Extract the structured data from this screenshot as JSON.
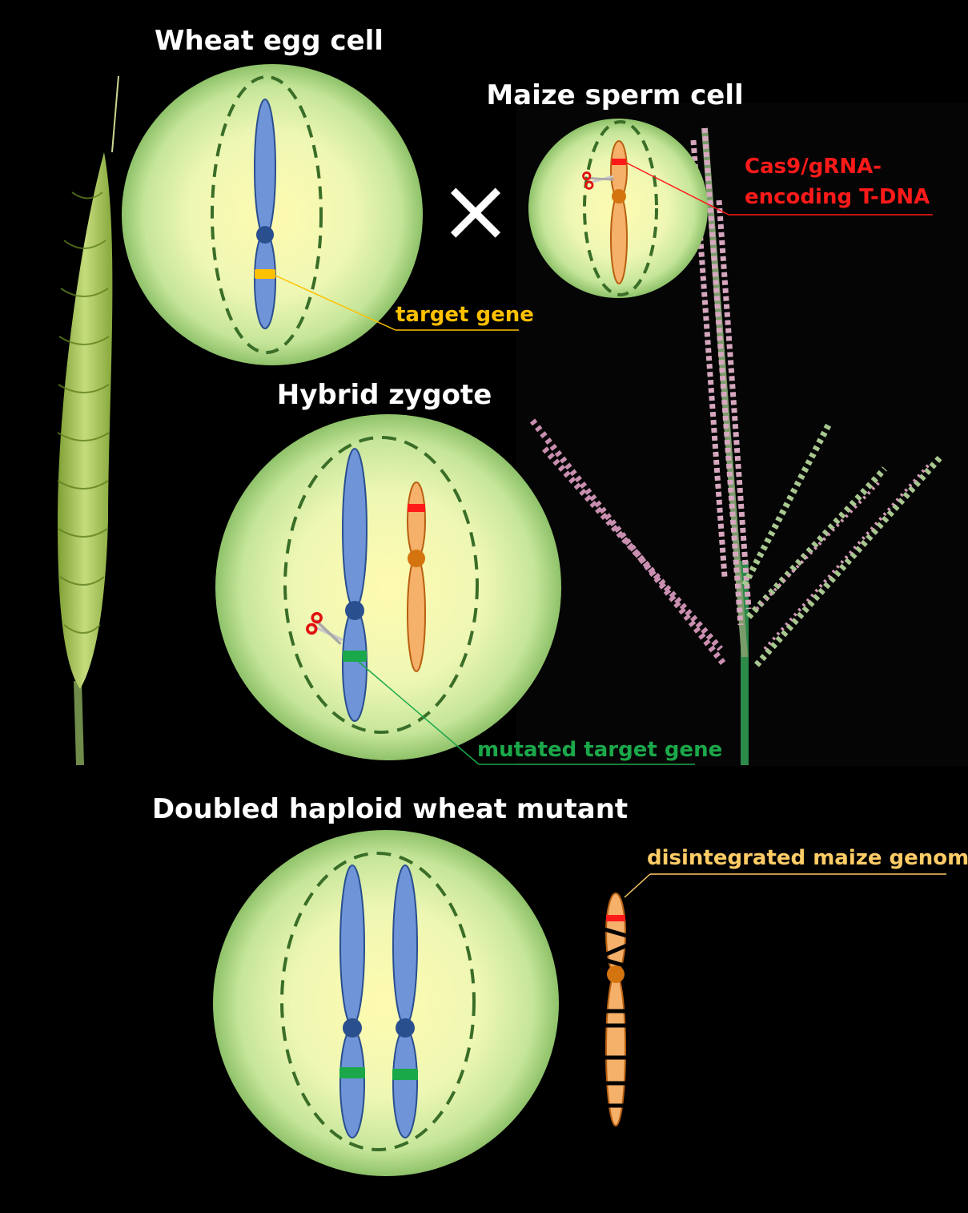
{
  "titles": {
    "wheat_egg": "Wheat egg cell",
    "maize_sperm": "Maize sperm cell",
    "hybrid": "Hybrid zygote",
    "doubled": "Doubled haploid wheat mutant"
  },
  "labels": {
    "target_gene": "target gene",
    "cas9_line1": "Cas9/gRNA-",
    "cas9_line2": "encoding  T-DNA",
    "mutated": "mutated target gene",
    "disintegrated": "disintegrated maize genome"
  },
  "cross_symbol": "×",
  "colors": {
    "background": "#000000",
    "cell_center": "#fffbb0",
    "cell_edge": "#9fcf7a",
    "nucleus_dash": "#3a6e28",
    "wheat_chromosome": "#6f94d8",
    "maize_chromosome": "#f5b06a",
    "centromere_wheat": "#2a4f8f",
    "centromere_maize": "#d4740f",
    "target_gene": "#ffc000",
    "mutated_gene": "#1aa84a",
    "t_dna": "#ff1a1a",
    "label_orange": "#ffc000",
    "label_green": "#1aa84a",
    "label_red": "#ff1a1a",
    "label_peach": "#ffcc66"
  },
  "icons": [
    "scissors-icon",
    "wheat-spike-image",
    "maize-tassel-image"
  ]
}
